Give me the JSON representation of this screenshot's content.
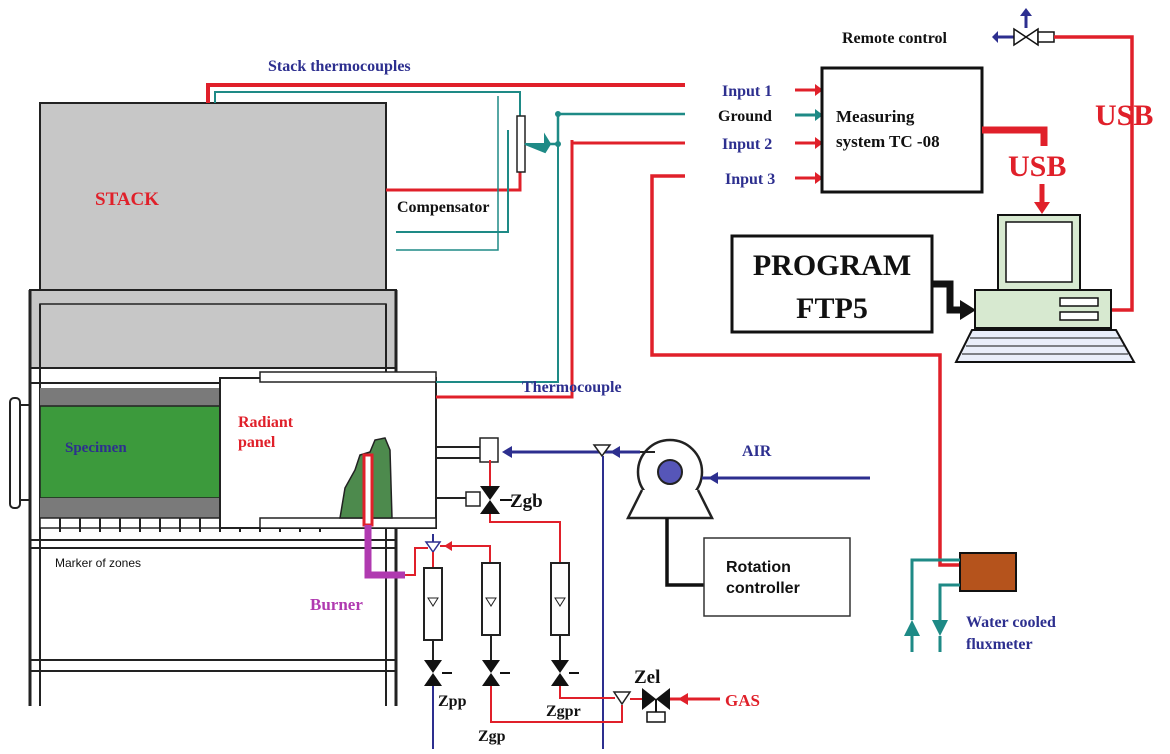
{
  "labels": {
    "stack_thermocouples": "Stack thermocouples",
    "remote_control": "Remote control",
    "input1": "Input 1",
    "ground": "Ground",
    "input2": "Input 2",
    "input3": "Input 3",
    "measuring_line1": "Measuring",
    "measuring_line2": "system TC -08",
    "usb_right": "USB",
    "usb_mid": "USB",
    "stack": "STACK",
    "compensator": "Compensator",
    "program_line1": "PROGRAM",
    "program_line2": "FTP5",
    "thermocouple": "Thermocouple",
    "specimen": "Specimen",
    "radiant_line1": "Radiant",
    "radiant_line2": "panel",
    "air": "AIR",
    "zgb": "Zgb",
    "marker_of_zones": "Marker of zones",
    "rotation_line1": "Rotation",
    "rotation_line2": "controller",
    "burner": "Burner",
    "water_line1": "Water cooled",
    "water_line2": "fluxmeter",
    "zel": "Zel",
    "gas": "GAS",
    "zpp": "Zpp",
    "zgpr": "Zgpr",
    "zgp": "Zgp"
  },
  "colors": {
    "red": "#e0202a",
    "teal": "#1e8a86",
    "blue": "#2d2f8f",
    "stack_gray": "#c7c7c7",
    "specimen_green": "#3c9a3c",
    "burner_magenta": "#b03ab0",
    "flux_brown": "#b5531c"
  }
}
